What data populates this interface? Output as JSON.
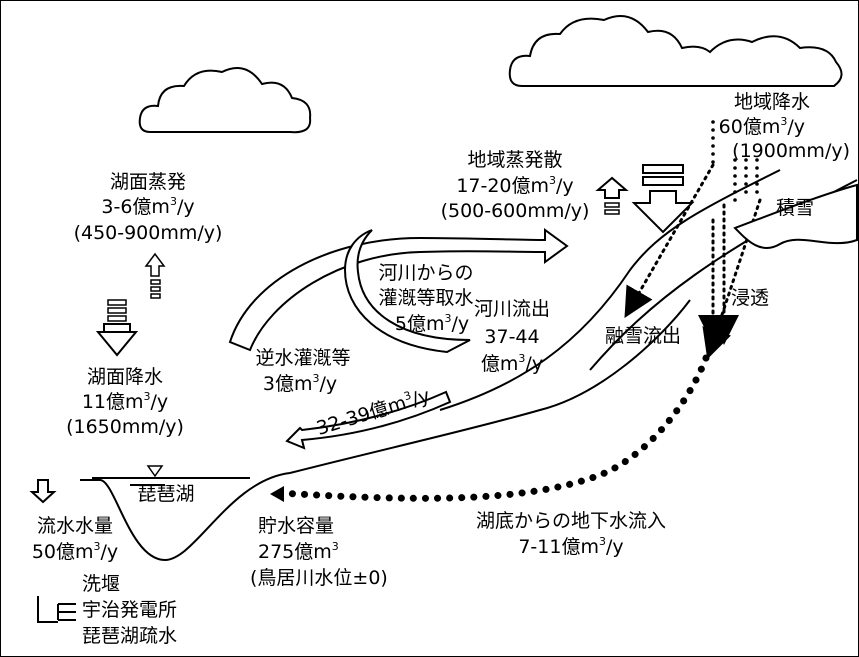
{
  "labels": {
    "regional_precip": {
      "name": "地域降水",
      "value": "60億m",
      "exp": "3",
      "per": "/y",
      "detail": "(1900mm/y)"
    },
    "snow": {
      "name": "積雪"
    },
    "regional_et": {
      "name": "地域蒸発散",
      "value": "17-20億m",
      "exp": "3",
      "per": "/y",
      "detail": "(500-600mm/y)"
    },
    "lake_evap": {
      "name": "湖面蒸発",
      "value": "3-6億m",
      "exp": "3",
      "per": "/y",
      "detail": "(450-900mm/y)"
    },
    "lake_precip": {
      "name": "湖面降水",
      "value": "11億m",
      "exp": "3",
      "per": "/y",
      "detail": "(1650mm/y)"
    },
    "irrigation_intake": {
      "line1": "河川からの",
      "line2": "灌漑等取水",
      "value": "5億m",
      "exp": "3",
      "per": "/y"
    },
    "river_outflow": {
      "name": "河川流出",
      "value": "37-44",
      "unit": "億m",
      "exp": "3",
      "per": "/y"
    },
    "infiltration": {
      "name": "浸透"
    },
    "snowmelt": {
      "name": "融雪流出"
    },
    "reverse_irrigation": {
      "name": "逆水灌漑等",
      "value": "3億m",
      "exp": "3",
      "per": "/y"
    },
    "inflow_to_lake": {
      "value": "32-39億m",
      "exp": "3",
      "per": "/y"
    },
    "lake": {
      "name": "琵琶湖"
    },
    "outflow": {
      "name": "流水水量",
      "value": "50億m",
      "exp": "3",
      "per": "/y"
    },
    "storage": {
      "name": "貯水容量",
      "value": "275億m",
      "exp": "3",
      "detail": "(鳥居川水位±0)"
    },
    "groundwater": {
      "name": "湖底からの地下水流入",
      "value": "7-11億m",
      "exp": "3",
      "per": "/y"
    },
    "outlets": {
      "line1": "洗堰",
      "line2": "宇治発電所",
      "line3": "琵琶湖疏水"
    }
  }
}
